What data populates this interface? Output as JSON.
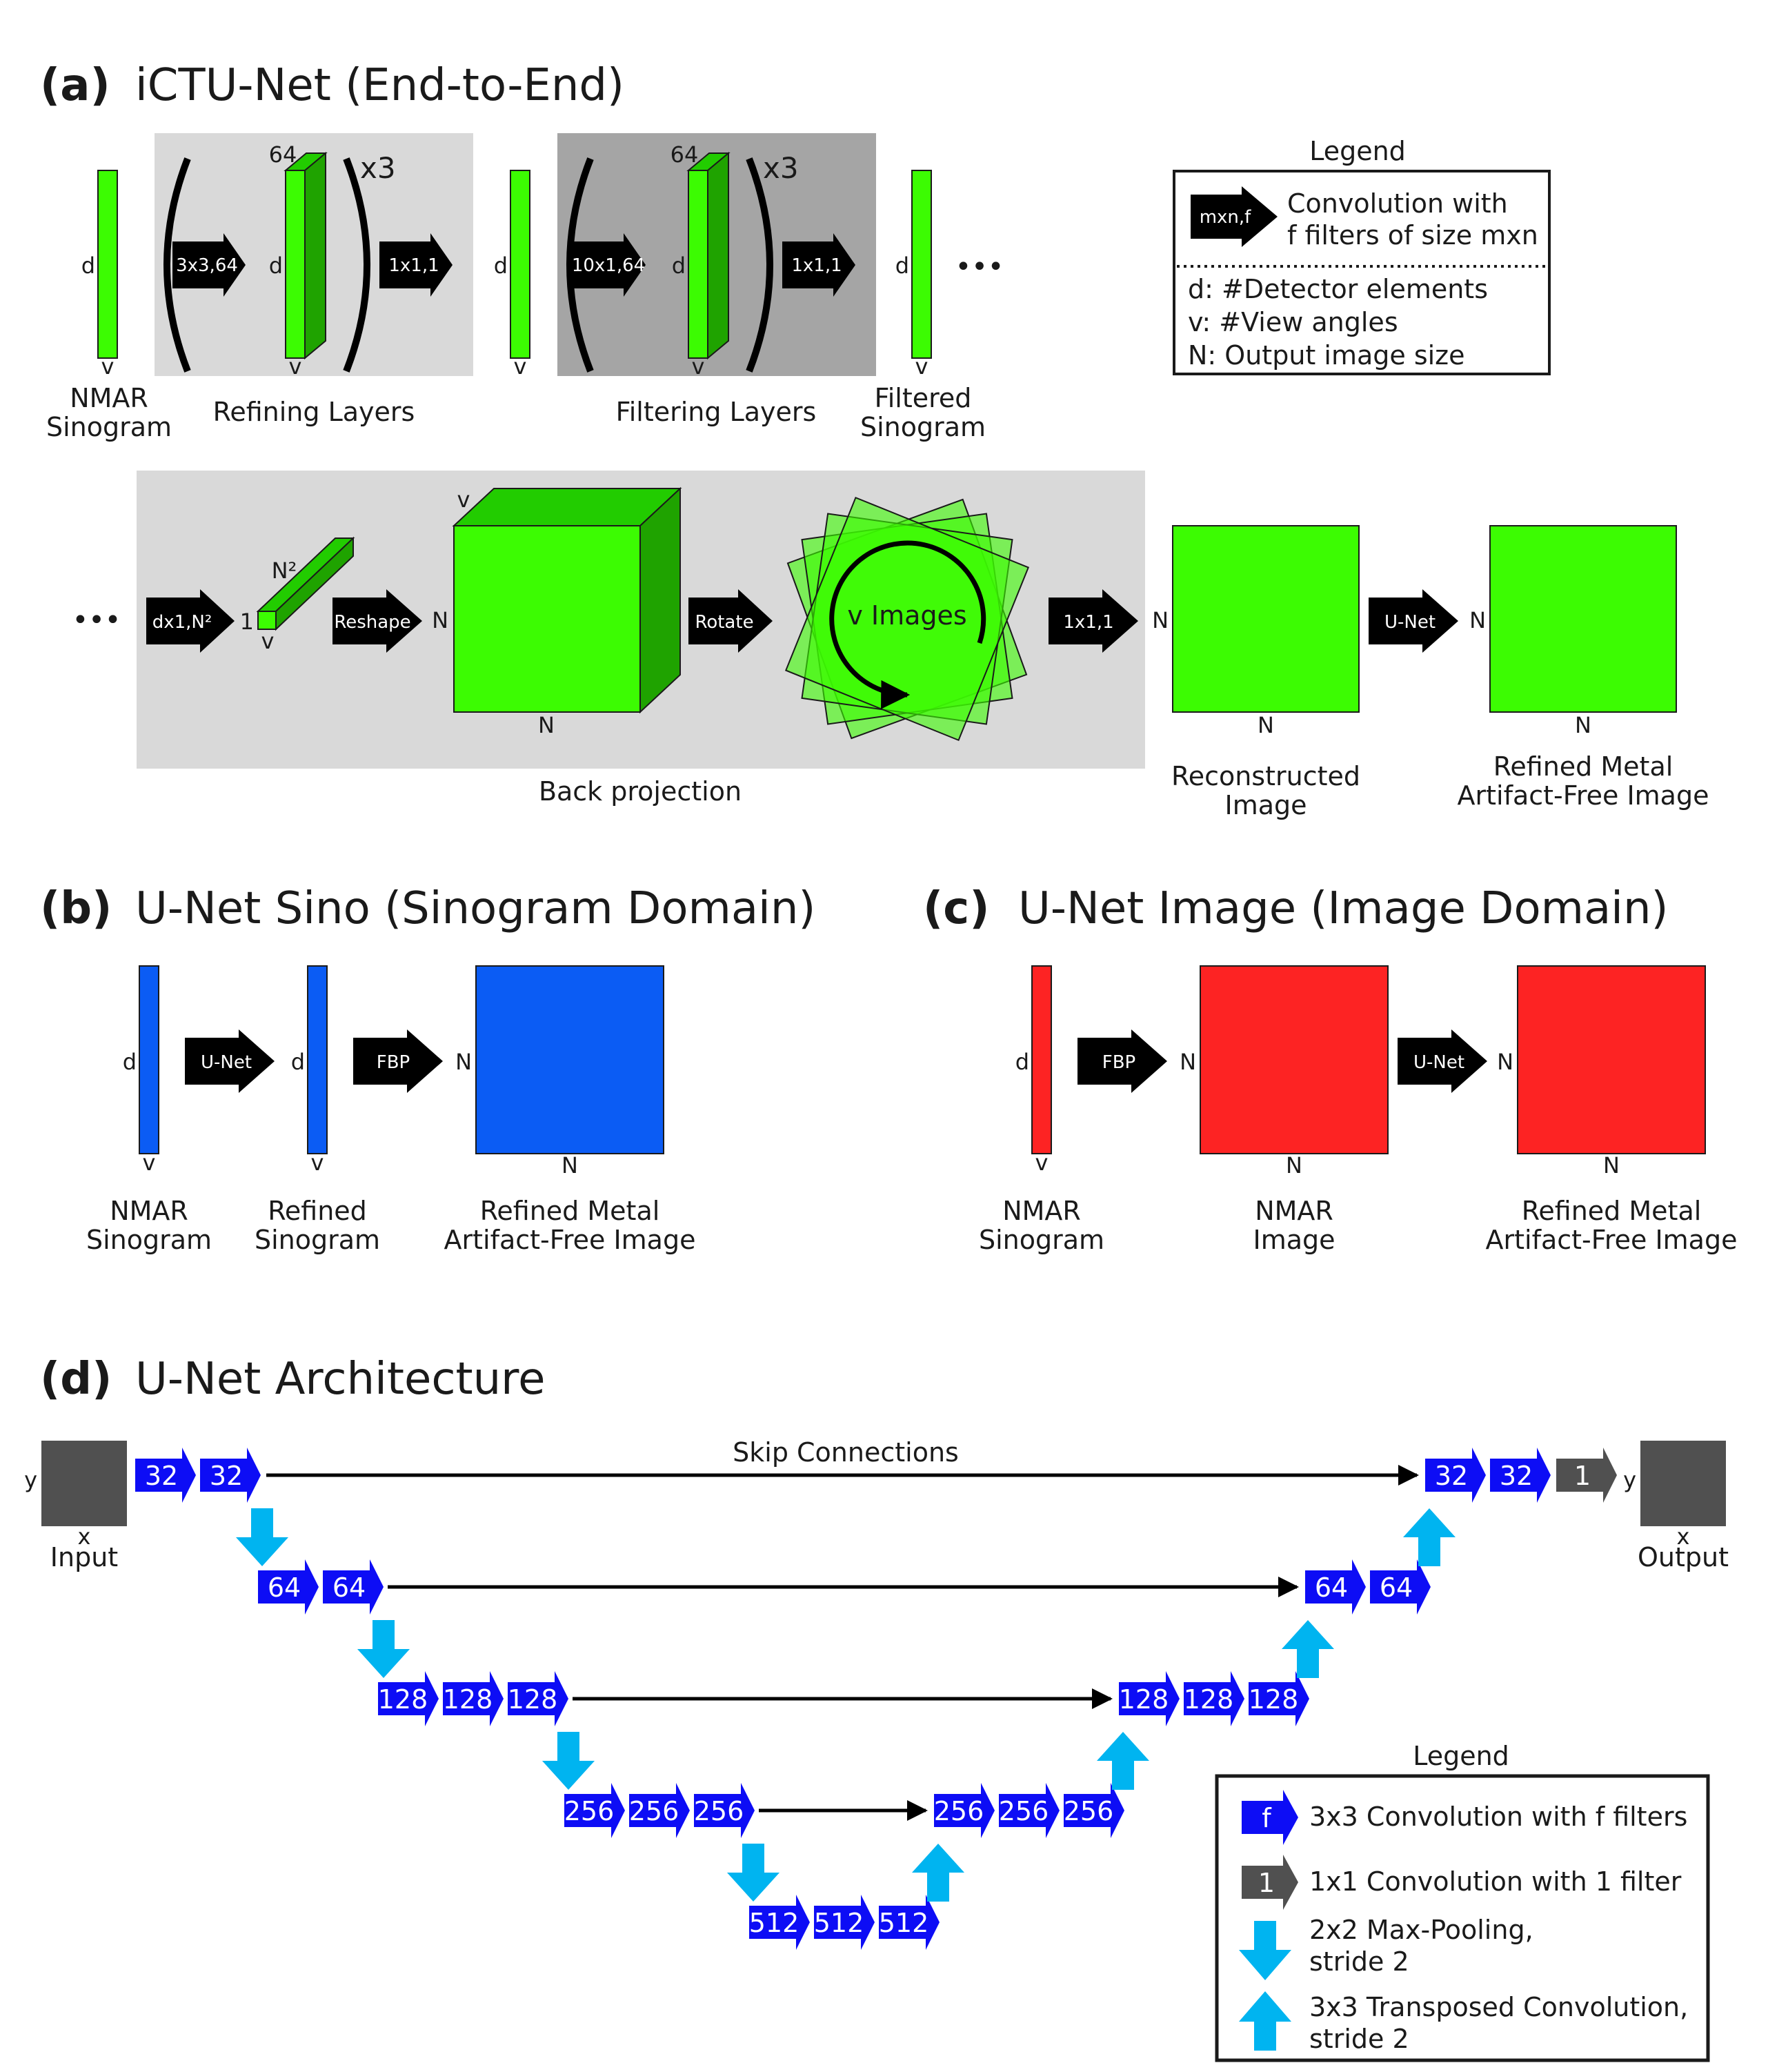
{
  "panel_a": {
    "letter": "(a)",
    "title": "iCTU-Net (End-to-End)",
    "legend": {
      "title": "Legend",
      "arrow_label": "mxn,f",
      "conv_line1": "Convolution with",
      "conv_line2": "f filters of size mxn",
      "d_def": "d: #Detector elements",
      "v_def": "v: #View angles",
      "n_def": "N: Output image size"
    },
    "dim_d": "d",
    "dim_v": "v",
    "dim_n": "N",
    "dim_1": "1",
    "dim_n2": "N²",
    "count_64": "64",
    "times3": "x3",
    "ellipsis": "•••",
    "arrows": {
      "refine_conv": "3x3,64",
      "refine_out": "1x1,1",
      "filter_conv": "10x1,64",
      "filter_out": "1x1,1",
      "bp_fc": "dx1,N²",
      "reshape": "Reshape",
      "rotate": "Rotate",
      "sum": "1x1,1",
      "unet": "U-Net"
    },
    "labels": {
      "nmar_1": "NMAR",
      "nmar_2": "Sinogram",
      "refining": "Refining Layers",
      "filtering": "Filtering Layers",
      "filtered_1": "Filtered",
      "filtered_2": "Sinogram",
      "backprojection": "Back projection",
      "v_images": "v Images",
      "recon_1": "Reconstructed",
      "recon_2": "Image",
      "refined_1": "Refined Metal",
      "refined_2": "Artifact-Free Image"
    }
  },
  "panel_b": {
    "letter": "(b)",
    "title": "U-Net Sino (Sinogram Domain)",
    "arrow_unet": "U-Net",
    "arrow_fbp": "FBP",
    "labels": {
      "nmar_1": "NMAR",
      "nmar_2": "Sinogram",
      "refined_sino_1": "Refined",
      "refined_sino_2": "Sinogram",
      "refined_1": "Refined Metal",
      "refined_2": "Artifact-Free Image"
    }
  },
  "panel_c": {
    "letter": "(c)",
    "title": "U-Net Image (Image Domain)",
    "arrow_fbp": "FBP",
    "arrow_unet": "U-Net",
    "labels": {
      "nmar_1": "NMAR",
      "nmar_2": "Sinogram",
      "nmar_img_1": "NMAR",
      "nmar_img_2": "Image",
      "refined_1": "Refined Metal",
      "refined_2": "Artifact-Free Image"
    }
  },
  "panel_d": {
    "letter": "(d)",
    "title": "U-Net Architecture",
    "skip": "Skip Connections",
    "input": "Input",
    "output": "Output",
    "dim_x": "x",
    "dim_y": "y",
    "blocks": {
      "l1": [
        "32",
        "32"
      ],
      "l2": [
        "64",
        "64"
      ],
      "l3": [
        "128",
        "128",
        "128"
      ],
      "l4": [
        "256",
        "256",
        "256"
      ],
      "l5": [
        "512",
        "512",
        "512"
      ],
      "r4": [
        "256",
        "256",
        "256"
      ],
      "r3": [
        "128",
        "128",
        "128"
      ],
      "r2": [
        "64",
        "64"
      ],
      "r1": [
        "32",
        "32"
      ],
      "final": "1"
    },
    "legend": {
      "title": "Legend",
      "conv_f_icon": "f",
      "conv_f": "3x3 Convolution with f filters",
      "conv_1_icon": "1",
      "conv_1": "1x1 Convolution with 1 filter",
      "pool_1": "2x2 Max-Pooling,",
      "pool_2": "stride 2",
      "tconv_1": "3x3 Transposed Convolution,",
      "tconv_2": "stride 2"
    }
  },
  "colors": {
    "green": "#3cfc02",
    "green_dark": "#22cc00",
    "green_side": "#1fa300",
    "blue_image": "#0b5cf4",
    "red_image": "#fd2323",
    "unet_block": "#0d0df5",
    "pool_arrow": "#00b4f0",
    "output_block": "#505050",
    "panel_light": "#d9d9d9",
    "panel_dark": "#a5a5a5"
  }
}
